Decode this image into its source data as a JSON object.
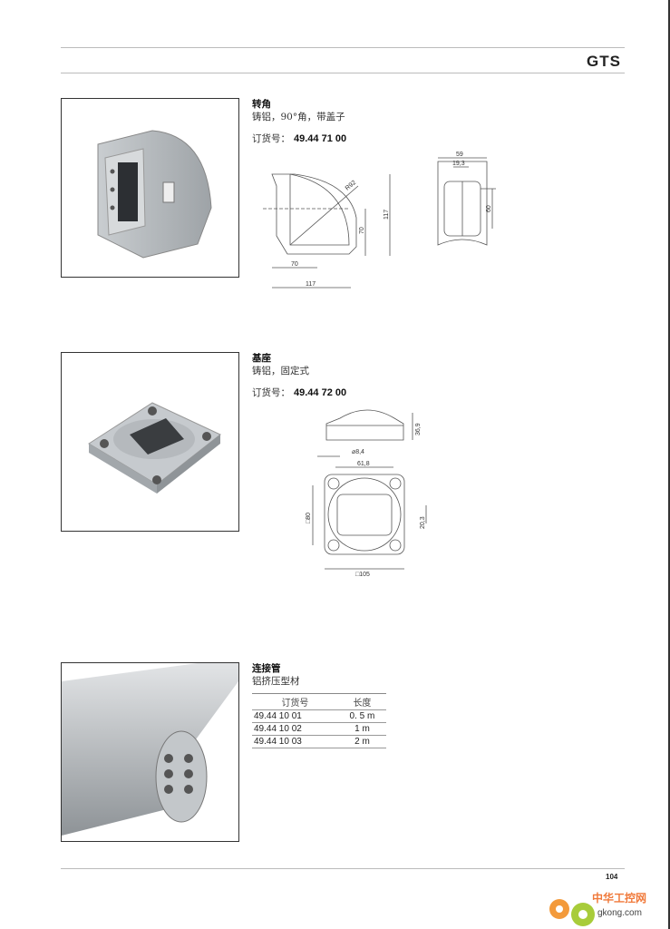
{
  "header": {
    "title": "GTS"
  },
  "products": [
    {
      "name": "转角",
      "desc": "铸铝，90°角，带盖子",
      "order_label": "订货号：",
      "order_no": "49.44 71 00",
      "dims": {
        "r": "R92",
        "h70": "70",
        "h117": "117",
        "w70": "70",
        "w117": "117",
        "side_w": "59",
        "side_inner": "19,3",
        "side_h": "60"
      }
    },
    {
      "name": "基座",
      "desc": "铸铝，固定式",
      "order_label": "订货号：",
      "order_no": "49.44 72 00",
      "dims": {
        "height": "36,9",
        "hole": "⌀8,4",
        "inner": "61,8",
        "sq80": "□80",
        "slot": "20,3",
        "sq105": "□105"
      }
    },
    {
      "name": "连接管",
      "desc": "铝挤压型材",
      "table": {
        "headers": [
          "订货号",
          "长度"
        ],
        "rows": [
          [
            "49.44 10 01",
            "0. 5 m"
          ],
          [
            "49.44 10 02",
            "1 m"
          ],
          [
            "49.44 10 03",
            "2 m"
          ]
        ]
      }
    }
  ],
  "footer": {
    "page": "104",
    "watermark": "中华工控网",
    "watermark_url": "gkong.com"
  }
}
